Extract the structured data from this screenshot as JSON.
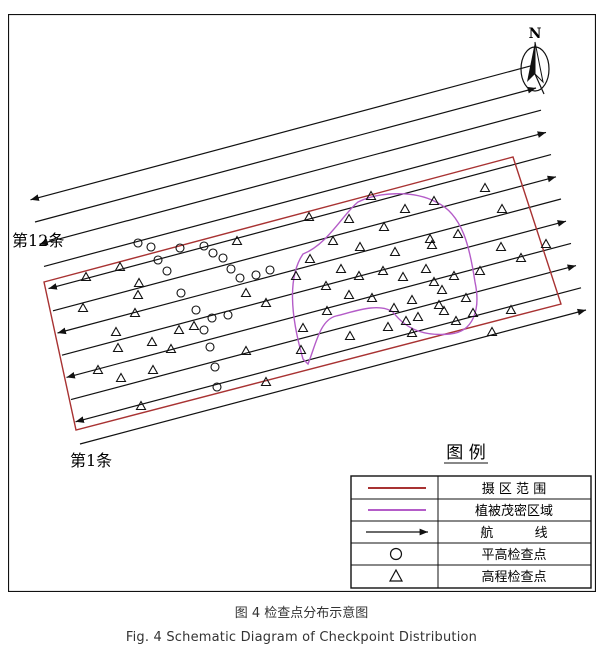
{
  "labels": {
    "strip_first": "第1条",
    "strip_last": "第12条",
    "north": "N"
  },
  "legend": {
    "title": "图  例",
    "items": [
      {
        "label": "摄 区 范 围",
        "symbol": "red-line"
      },
      {
        "label": "植被茂密区域",
        "symbol": "purple-line"
      },
      {
        "label": "航          线",
        "symbol": "arrow-line"
      },
      {
        "label": "平高检查点",
        "symbol": "circle"
      },
      {
        "label": "高程检查点",
        "symbol": "triangle"
      }
    ]
  },
  "caption": {
    "zh": "图 4 检查点分布示意图",
    "en": "Fig. 4 Schematic Diagram of Checkpoint Distribution"
  },
  "colors": {
    "area_boundary": "#a83232",
    "vegetation": "#b45cc8",
    "lines": "#111111"
  }
}
